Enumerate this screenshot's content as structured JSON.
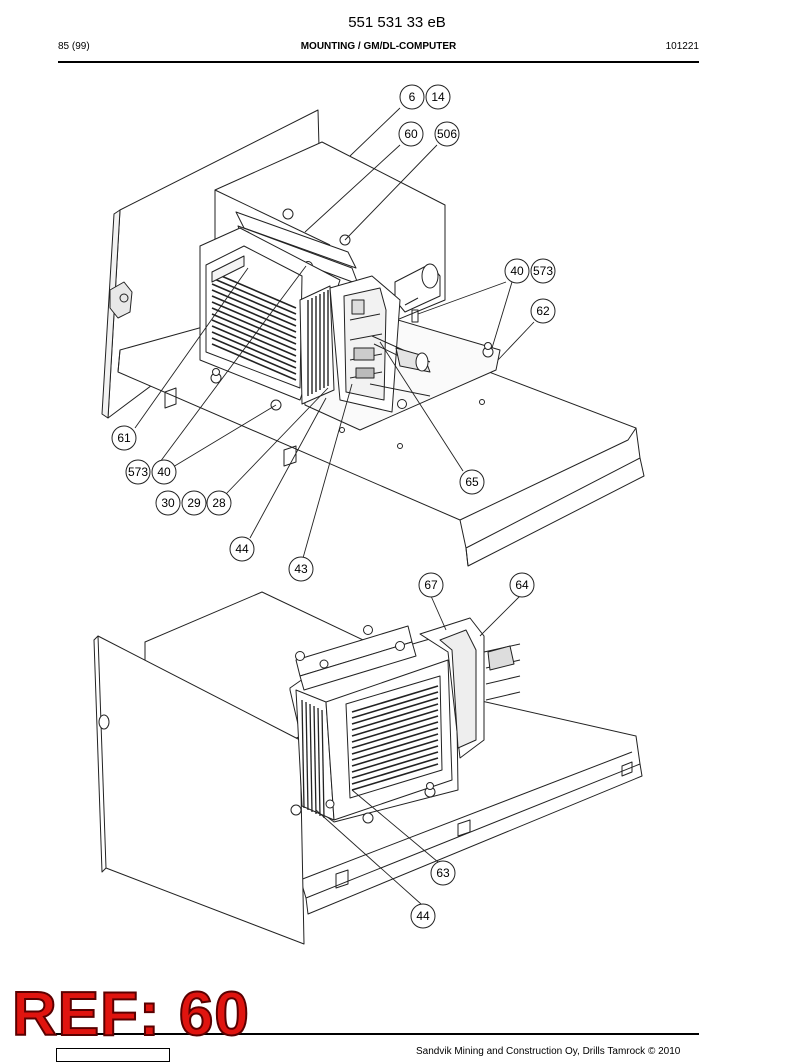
{
  "header": {
    "doc_number": "551 531 33 eB",
    "page": "85 (99)",
    "title": "MOUNTING / GM/DL-COMPUTER",
    "code": "101221"
  },
  "callouts": [
    "6",
    "14",
    "60",
    "506",
    "40",
    "573",
    "62",
    "61",
    "573",
    "40",
    "65",
    "30",
    "29",
    "28",
    "44",
    "43",
    "67",
    "64",
    "63",
    "44"
  ],
  "ref_label": "REF: 60",
  "footer": {
    "copyright": "Sandvik Mining and Construction Oy, Drills Tamrock © 2010"
  }
}
